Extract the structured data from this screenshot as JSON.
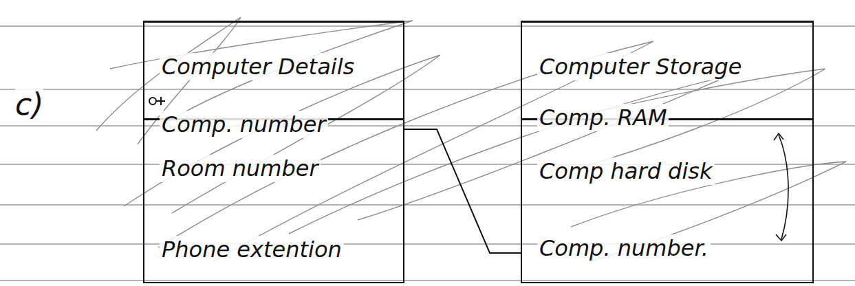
{
  "diagram": {
    "nodes": [
      {
        "text": [
          "Computer Details"
        ]
      },
      {
        "text": [
          "Comp. number"
        ],
        "in": 0
      },
      {
        "text": [
          "Room number"
        ],
        "in": 0
      },
      {
        "text": [
          "Phone extention"
        ],
        "in": 0
      },
      {
        "text": [
          "Computer Storage"
        ]
      },
      {
        "text": [
          "Comp. RAM"
        ],
        "in": 4
      },
      {
        "text": [
          "Comp hard disk"
        ],
        "in": 4
      },
      {
        "text": [
          "Comp. number."
        ],
        "in": 4
      }
    ],
    "edges": [
      {
        "from": 1,
        "to": 7,
        "arrow": "none"
      }
    ],
    "labels": [
      "c)"
    ]
  }
}
